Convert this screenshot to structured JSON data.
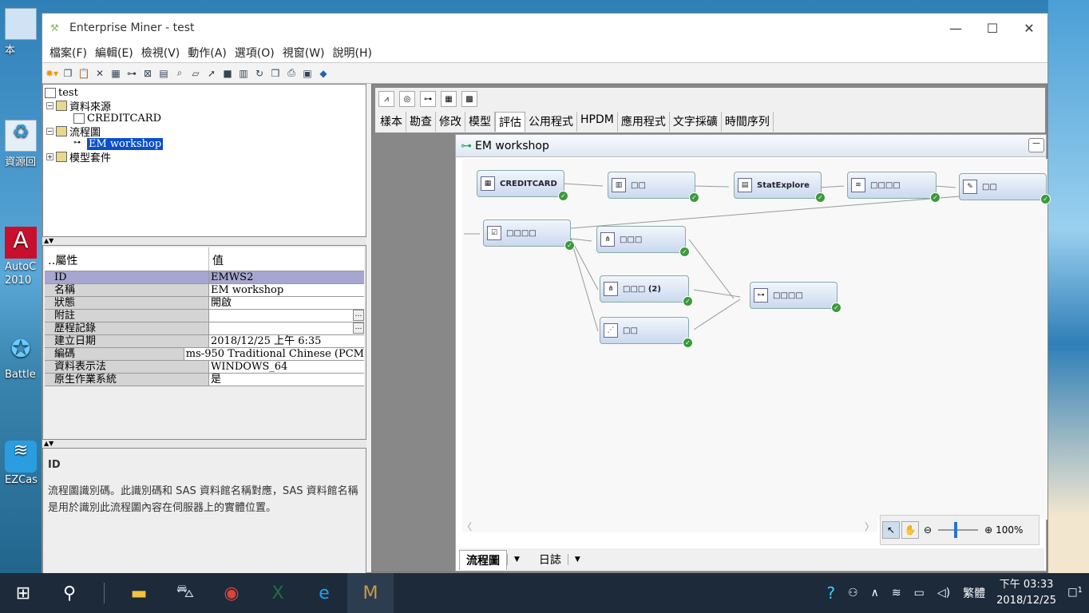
{
  "window": {
    "title": "Enterprise Miner - test"
  },
  "menu": [
    "檔案(F)",
    "編輯(E)",
    "檢視(V)",
    "動作(A)",
    "選項(O)",
    "視窗(W)",
    "說明(H)"
  ],
  "desktop": [
    {
      "label": "本"
    },
    {
      "label": "資源回"
    },
    {
      "label": "AutoC\n2010"
    },
    {
      "label": "Battle"
    },
    {
      "label": "EZCas"
    }
  ],
  "tree": {
    "root": "test",
    "items": [
      {
        "label": "資料來源"
      },
      {
        "label": "CREDITCARD"
      },
      {
        "label": "流程圖"
      },
      {
        "label": "EM workshop"
      },
      {
        "label": "模型套件"
      }
    ]
  },
  "props": {
    "col_name": "屬性",
    "col_value": "值",
    "rows": [
      {
        "k": "ID",
        "v": "EMWS2"
      },
      {
        "k": "名稱",
        "v": "EM workshop"
      },
      {
        "k": "狀態",
        "v": "開啟"
      },
      {
        "k": "附註",
        "v": ""
      },
      {
        "k": "歷程記錄",
        "v": ""
      },
      {
        "k": "建立日期",
        "v": "2018/12/25 上午 6:35"
      },
      {
        "k": "編碼",
        "v": "ms-950  Traditional Chinese (PCM"
      },
      {
        "k": "資料表示法",
        "v": "WINDOWS_64"
      },
      {
        "k": "原生作業系統",
        "v": "是"
      }
    ]
  },
  "desc": {
    "title": "ID",
    "text": "流程圖識別碼。此識別碼和 SAS 資料館名稱對應，SAS 資料館名稱是用於識別此流程圖內容在伺服器上的實體位置。"
  },
  "tabs": [
    "樣本",
    "勘查",
    "修改",
    "模型",
    "評估",
    "公用程式",
    "HPDM",
    "應用程式",
    "文字採礦",
    "時間序列"
  ],
  "diagram": {
    "title": "EM workshop",
    "nodes": [
      "CREDITCARD",
      "□□",
      "StatExplore",
      "□□□□",
      "□□",
      "□□□□",
      "□□□",
      "□□□ (2)",
      "□□",
      "□□□□"
    ]
  },
  "zoom": "100%",
  "bottom_tabs": [
    "流程圖",
    "日誌"
  ],
  "tray": {
    "ime": "繁體",
    "time": "下午 03:33",
    "date": "2018/12/25",
    "notif": "1"
  }
}
